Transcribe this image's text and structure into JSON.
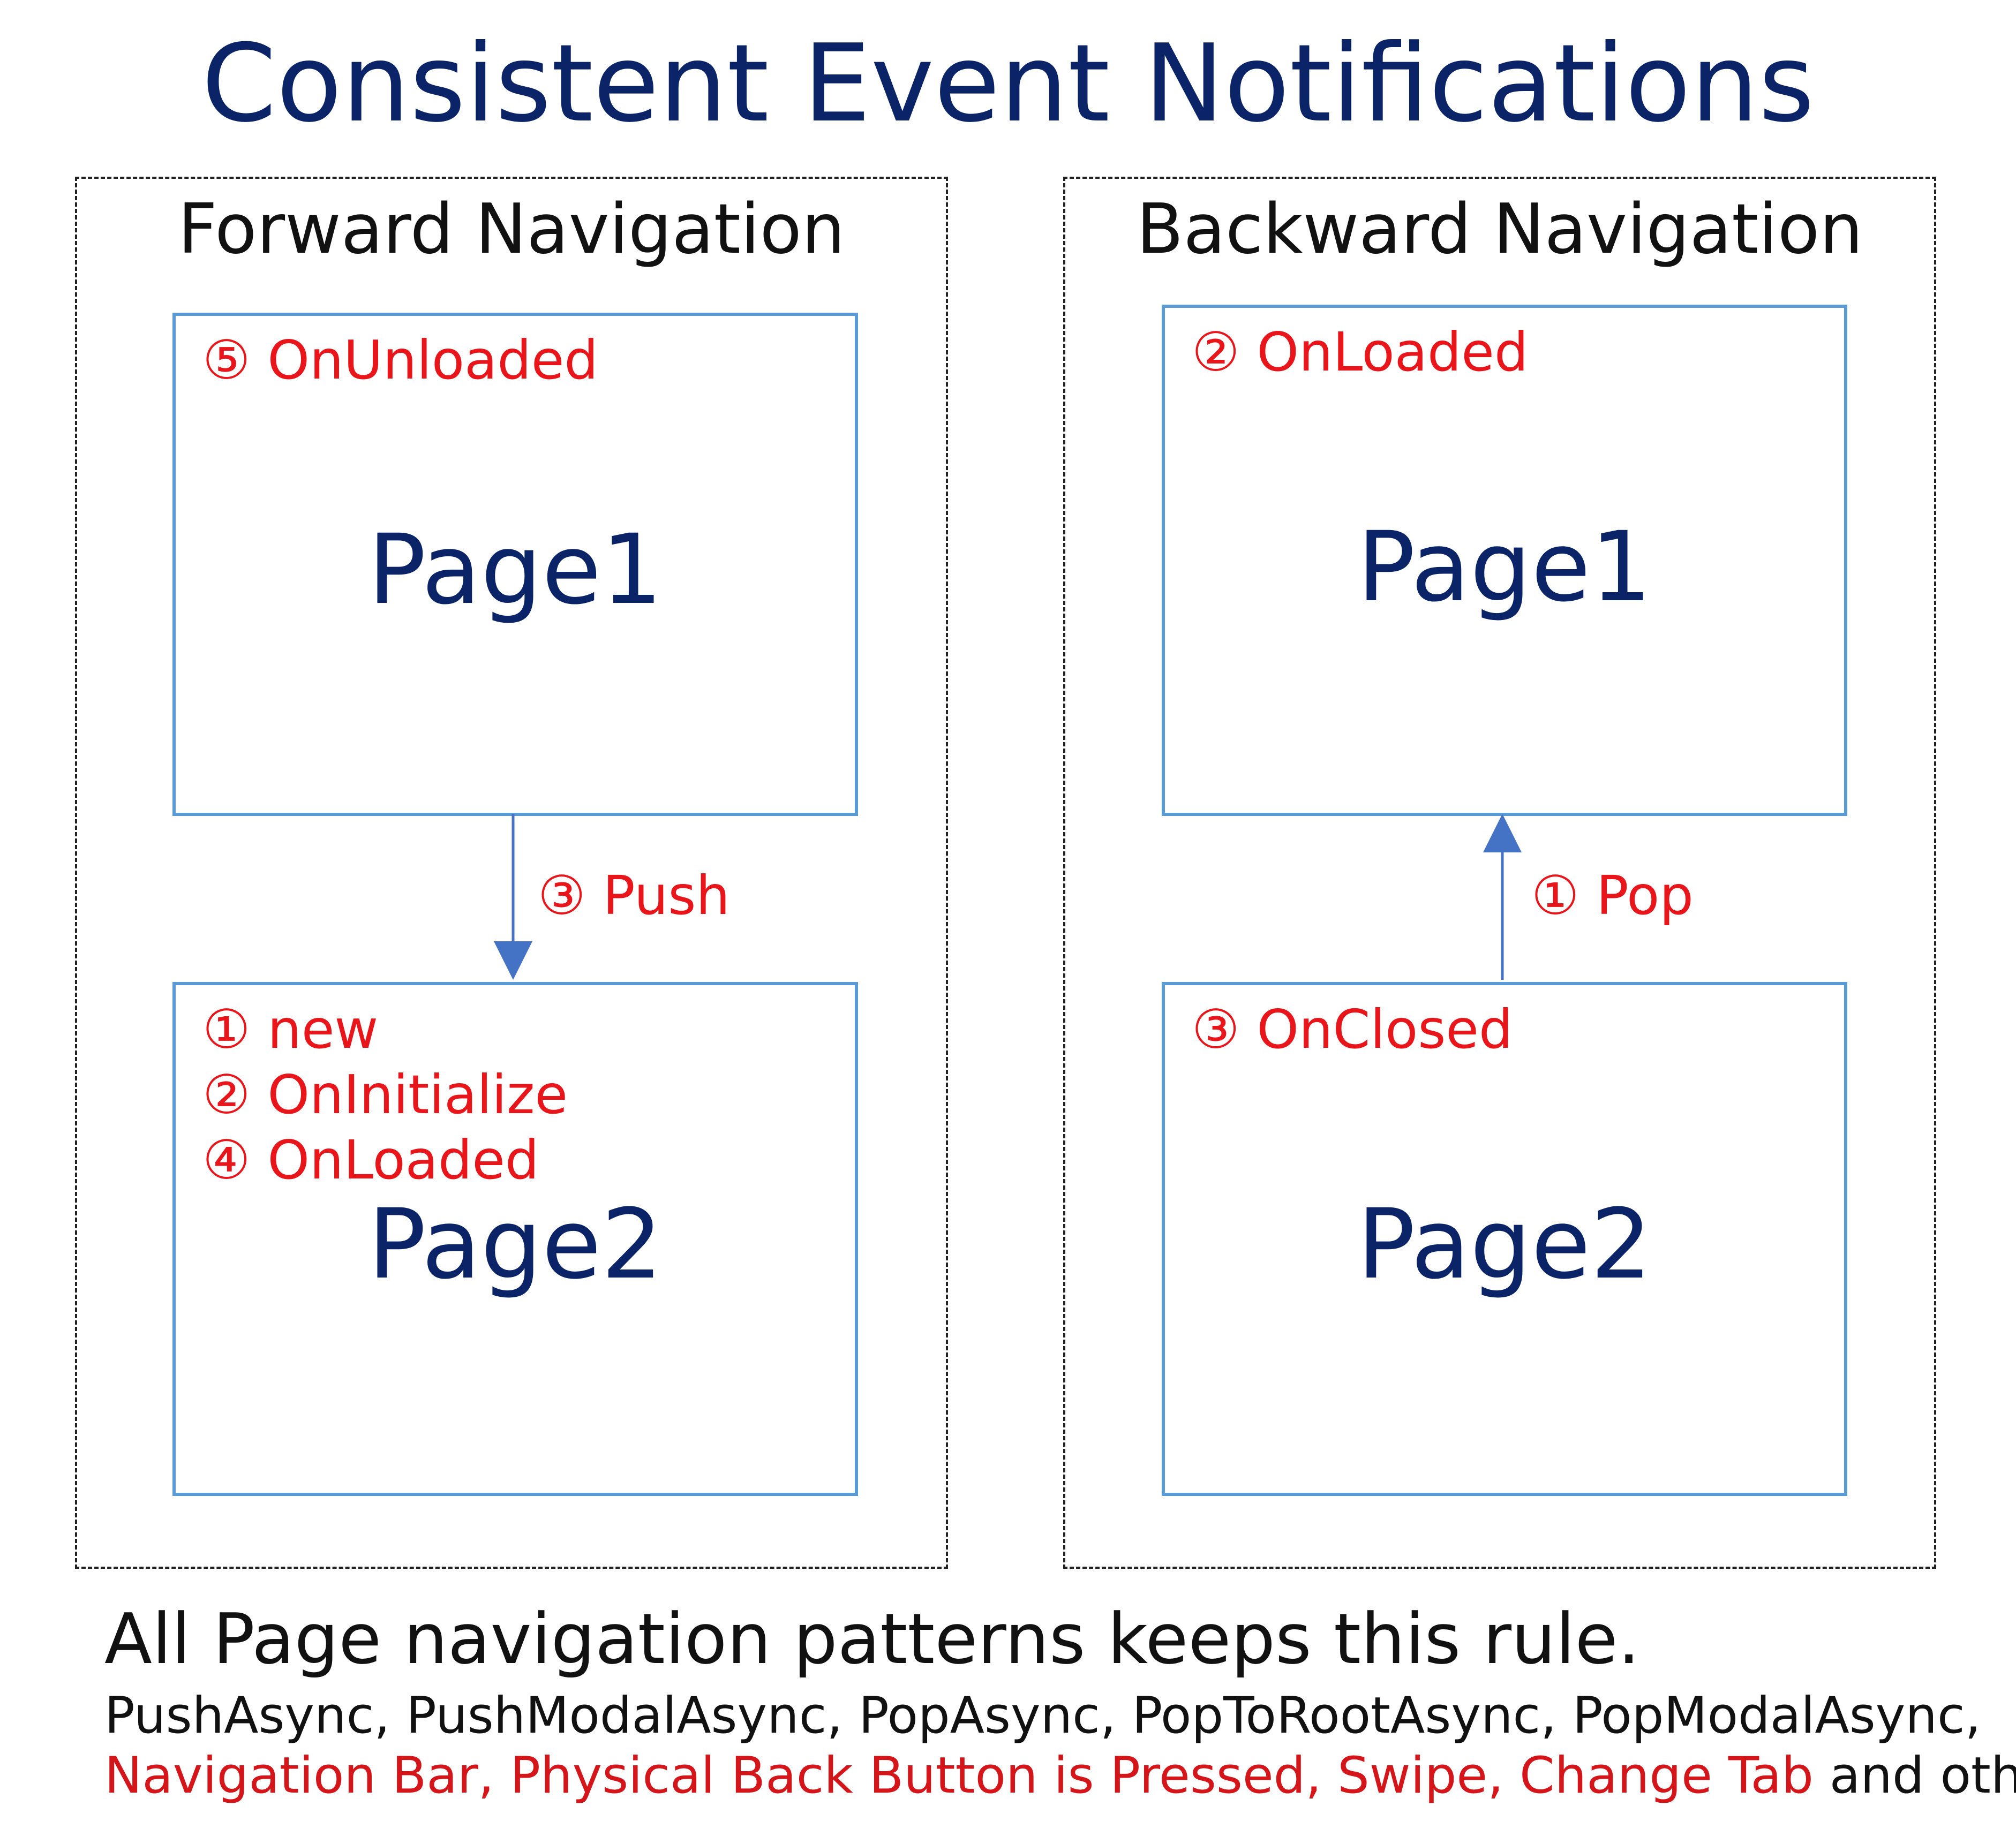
{
  "title": "Consistent Event Notifications",
  "forward": {
    "title": "Forward Navigation",
    "page1": {
      "name": "Page1",
      "events": [
        "⑤ OnUnloaded"
      ]
    },
    "arrow_label": "③ Push",
    "page2": {
      "name": "Page2",
      "events": [
        "① new",
        "② OnInitialize",
        "④ OnLoaded"
      ]
    }
  },
  "backward": {
    "title": "Backward Navigation",
    "page1": {
      "name": "Page1",
      "events": [
        "② OnLoaded"
      ]
    },
    "arrow_label": "① Pop",
    "page2": {
      "name": "Page2",
      "events": [
        "③ OnClosed"
      ]
    }
  },
  "footer": {
    "rule": "All Page navigation patterns keeps this rule.",
    "methods": "PushAsync, PushModalAsync, PopAsync, PopToRootAsync, PopModalAsync,",
    "triggers": "Navigation Bar, Physical Back Button is Pressed, Swipe, Change Tab",
    "tail": " and other."
  },
  "colors": {
    "title": "#0b2467",
    "box_border": "#5b9bd5",
    "arrow": "#4472c4",
    "event_text": "#e8161b"
  }
}
